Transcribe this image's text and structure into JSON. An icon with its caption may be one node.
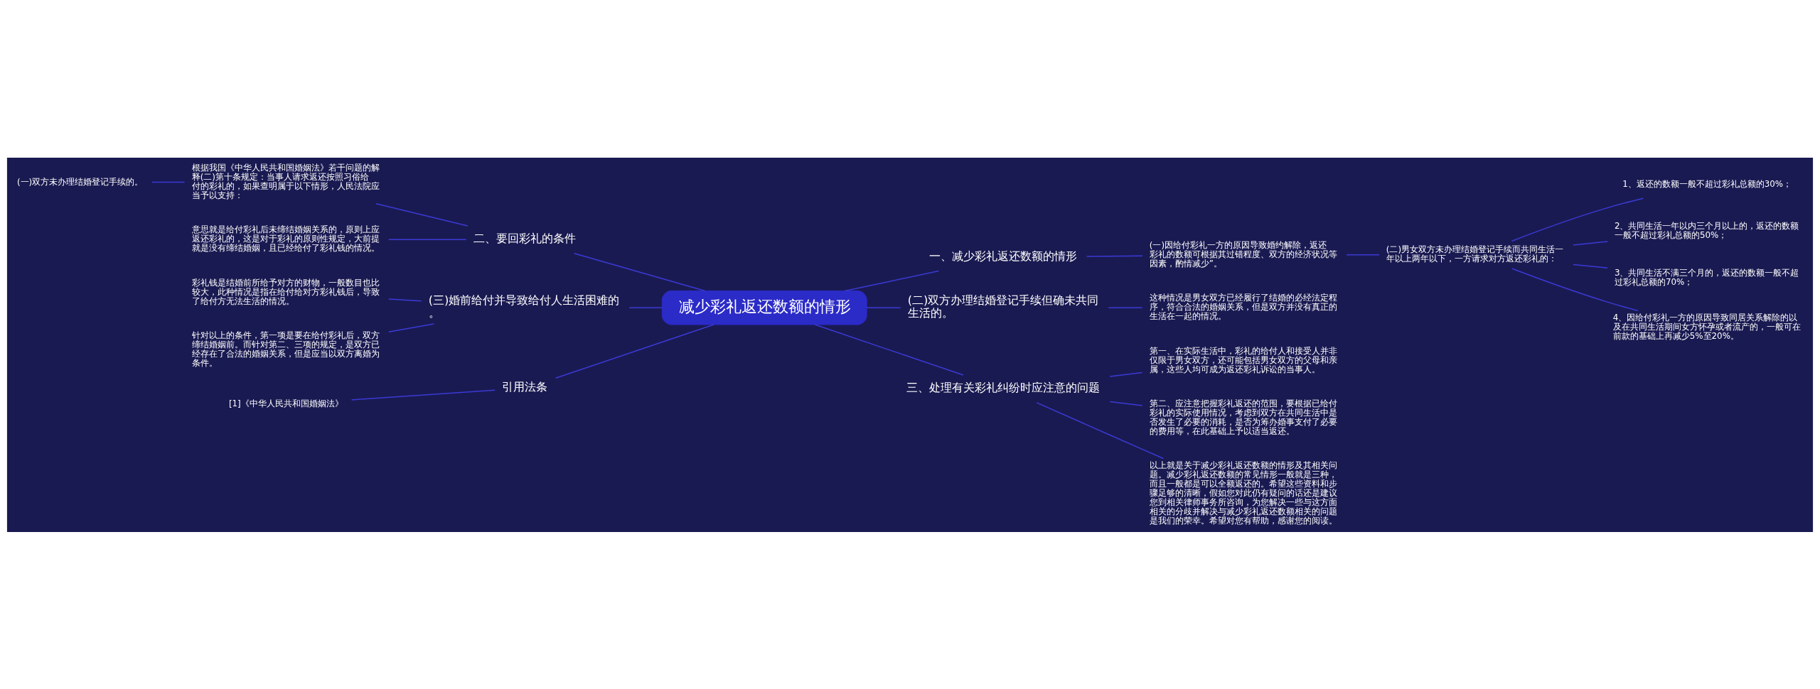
{
  "diagram": {
    "nodes": [
      {
        "text": [
          "减少彩礼返还数额的情形"
        ]
      },
      {
        "text": [
          "一、减少彩礼返还数额的情形"
        ]
      },
      {
        "text": [
          "(一)因给付彩礼一方的原因导致婚约解除，返还彩礼的数额可根据其过错程度、双方的经济状况等因素，酌情减少”。"
        ]
      },
      {
        "text": [
          "(二)男女双方未办理结婚登记手续而共同生活一年以上两年以下，一方请求对方返还彩礼的："
        ]
      },
      {
        "text": [
          "1、返还的数额一般不超过彩礼总额的30%；"
        ]
      },
      {
        "text": [
          "2、共同生活一年以内三个月以上的，返还的数额一般不超过彩礼总额的50%；"
        ]
      },
      {
        "text": [
          "3、共同生活不满三个月的，返还的数额一般不超过彩礼总额的70%；"
        ]
      },
      {
        "text": [
          "4、因给付彩礼一方的原因导致同居关系解除的以及在共同生活期间女方怀孕或者流产的，一般可在前款的基础上再减少5%至20%。"
        ]
      },
      {
        "text": [
          "(二)双方办理结婚登记手续但确未共同生活的。"
        ]
      },
      {
        "text": [
          "这种情况是男女双方已经履行了结婚的必经法定程序，符合合法的婚姻关系，但是双方并没有真正的生活在一起的情况。"
        ]
      },
      {
        "text": [
          "三、处理有关彩礼纠纷时应注意的问题"
        ]
      },
      {
        "text": [
          "第一、在实际生活中，彩礼的给付人和接受人并非仅限于男女双方，还可能包括男女双方的父母和亲属，这些人均可成为返还彩礼诉讼的当事人。"
        ]
      },
      {
        "text": [
          "第二、应注意把握彩礼返还的范围，要根据已给付彩礼的实际使用情况，考虑到双方在共同生活中是否发生了必要的消耗，是否为筹办婚事支付了必要的费用等，在此基础上予以适当返还。"
        ]
      },
      {
        "text": [
          "以上就是关于减少彩礼返还数额的情形及其相关问题。减少彩礼返还数额的常见情形一般就是三种，而且一般都是可以全额返还的。希望这些资料和步骤足够的清晰，假如您对此仍有疑问的话还是建议您到相关律师事务所咨询，为您解决一些与这方面相关的分歧并解决与减少彩礼返还数额相关的问题是我们的荣幸。希望对您有帮助，感谢您的阅读。"
        ]
      },
      {
        "text": [
          "二、要回彩礼的条件"
        ]
      },
      {
        "text": [
          "根据我国《中华人民共和国婚姻法》若干问题的解释(二)第十条规定：当事人请求返还按照习俗给付的彩礼的，如果查明属于以下情形，人民法院应当予以支持："
        ]
      },
      {
        "text": [
          "(一)双方未办理结婚登记手续的。"
        ]
      },
      {
        "text": [
          "意思就是给付彩礼后未缔结婚姻关系的，原则上应返还彩礼的，这是对于彩礼的原则性规定，大前提就是没有缔结婚姻，且已经给付了彩礼钱的情况。"
        ]
      },
      {
        "text": [
          "(三)婚前给付并导致给付人生活困难的。"
        ]
      },
      {
        "text": [
          "彩礼钱是结婚前所给予对方的财物，一般数目也比较大，此种情况是指在给付给对方彩礼钱后，导致了给付方无法生活的情况。"
        ]
      },
      {
        "text": [
          "针对以上的条件，第一项是要在给付彩礼后，双方缔结婚姻前。而针对第二、三项的规定，是双方已经存在了合法的婚姻关系，但是应当以双方离婚为条件。"
        ]
      },
      {
        "text": [
          "引用法条"
        ]
      },
      {
        "text": [
          "[1]《中华人民共和国婚姻法》"
        ]
      }
    ],
    "edges": [
      {
        "from": 0,
        "to": 1,
        "arrow": "none"
      },
      {
        "from": 1,
        "to": 2,
        "arrow": "none"
      },
      {
        "from": 2,
        "to": 3,
        "arrow": "none"
      },
      {
        "from": 3,
        "to": 4,
        "arrow": "none"
      },
      {
        "from": 3,
        "to": 5,
        "arrow": "none"
      },
      {
        "from": 3,
        "to": 6,
        "arrow": "none"
      },
      {
        "from": 3,
        "to": 7,
        "arrow": "none"
      },
      {
        "from": 0,
        "to": 8,
        "arrow": "none"
      },
      {
        "from": 8,
        "to": 9,
        "arrow": "none"
      },
      {
        "from": 0,
        "to": 10,
        "arrow": "none"
      },
      {
        "from": 10,
        "to": 11,
        "arrow": "none"
      },
      {
        "from": 10,
        "to": 12,
        "arrow": "none"
      },
      {
        "from": 10,
        "to": 13,
        "arrow": "none"
      },
      {
        "from": 0,
        "to": 14,
        "arrow": "none"
      },
      {
        "from": 14,
        "to": 15,
        "arrow": "none"
      },
      {
        "from": 15,
        "to": 16,
        "arrow": "none"
      },
      {
        "from": 14,
        "to": 17,
        "arrow": "none"
      },
      {
        "from": 0,
        "to": 18,
        "arrow": "none"
      },
      {
        "from": 18,
        "to": 19,
        "arrow": "none"
      },
      {
        "from": 18,
        "to": 20,
        "arrow": "none"
      },
      {
        "from": 0,
        "to": 21,
        "arrow": "none"
      },
      {
        "from": 21,
        "to": 22,
        "arrow": "none"
      }
    ]
  }
}
